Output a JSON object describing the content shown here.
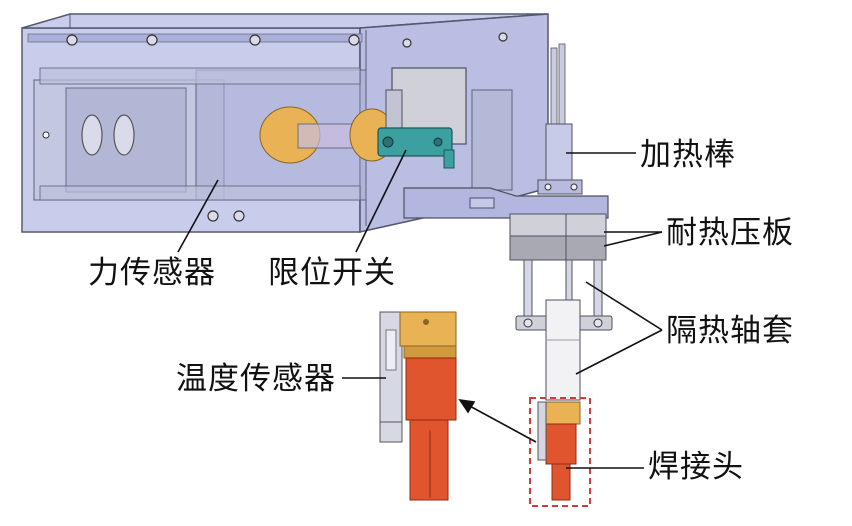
{
  "labels": {
    "force_sensor": "力传感器",
    "limit_switch": "限位开关",
    "heating_rod": "加热棒",
    "heat_resistant_plate": "耐热压板",
    "insulating_sleeve": "隔热轴套",
    "temperature_sensor": "温度传感器",
    "welding_head": "焊接头"
  },
  "colors": {
    "housing_fill": "#b7bce6",
    "housing_edge": "#55596f",
    "block_fill": "#c8cadb",
    "gold_part": "#e8b255",
    "teal_part": "#3c9fa0",
    "orange_tip": "#e0552e",
    "dashed_box": "#d43a3a",
    "leader_line": "#111111"
  }
}
